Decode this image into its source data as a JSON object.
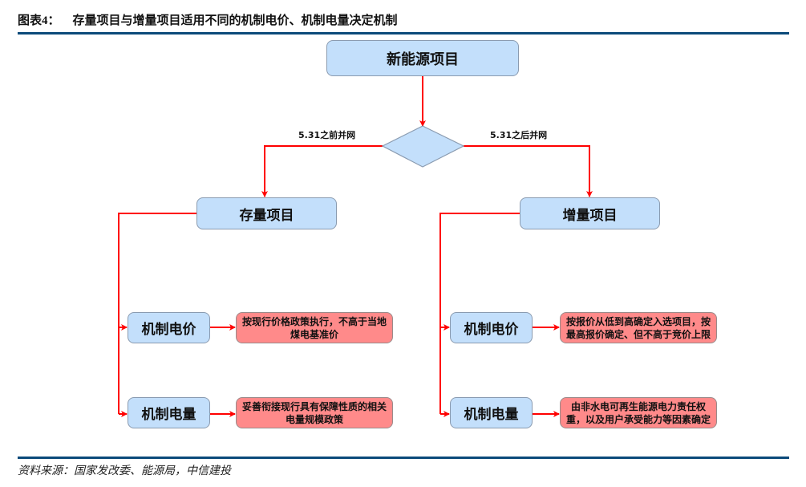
{
  "header": {
    "figure_label": "图表",
    "figure_number": "4",
    "figure_sep": "：",
    "title": "存量项目与增量项目适用不同的机制电价、机制电量决定机制"
  },
  "colors": {
    "rule": "#0b4a7a",
    "node_blue": "#c3dffb",
    "node_red": "#ff8a8a",
    "arrow": "#ff0000"
  },
  "diagram": {
    "root": {
      "label": "新能源项目"
    },
    "decision": {
      "label": ""
    },
    "branches": [
      {
        "edge_label": "5.31之前并网",
        "node": {
          "label": "存量项目"
        },
        "children": [
          {
            "label": "机制电价",
            "detail": "按现行价格政策执行，不高于当地煤电基准价"
          },
          {
            "label": "机制电量",
            "detail": "妥善衔接现行具有保障性质的相关电量规模政策"
          }
        ]
      },
      {
        "edge_label": "5.31之后并网",
        "node": {
          "label": "增量项目"
        },
        "children": [
          {
            "label": "机制电价",
            "detail": "按报价从低到高确定入选项目，按最高报价确定、但不高于竞价上限"
          },
          {
            "label": "机制电量",
            "detail": "由非水电可再生能源电力责任权重，以及用户承受能力等因素确定"
          }
        ]
      }
    ]
  },
  "footer": {
    "source": "资料来源：国家发改委、能源局，中信建投"
  }
}
